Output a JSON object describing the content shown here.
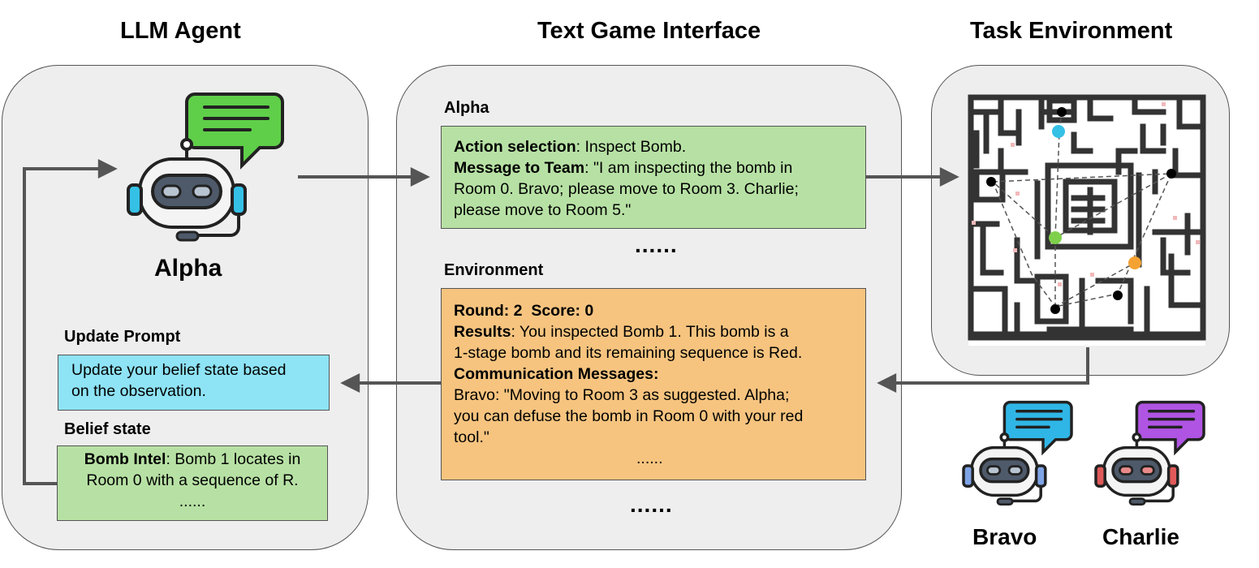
{
  "titles": {
    "agent": "LLM Agent",
    "interface": "Text Game Interface",
    "environment": "Task Environment"
  },
  "agent": {
    "name": "Alpha",
    "update_prompt": {
      "label": "Update Prompt",
      "text_line1": "Update your belief state based",
      "text_line2": "on the observation."
    },
    "belief_state": {
      "label": "Belief state",
      "key": "Bomb Intel",
      "text_line1": ": Bomb 1 locates in",
      "text_line2": "Room 0 with a sequence of R.",
      "ellipsis": "......"
    }
  },
  "interface": {
    "alpha_label": "Alpha",
    "action": {
      "key": "Action selection",
      "value": ": Inspect Bomb."
    },
    "message": {
      "key": "Message to Team",
      "line1": ": \"I am inspecting the bomb in",
      "line2": "Room 0. Bravo; please move to Room 3. Charlie;",
      "line3": "please move to Room 5.\""
    },
    "ellipsis_mid": "......",
    "env_label": "Environment",
    "round_line": "Round: 2  Score: 0",
    "results": {
      "key": "Results",
      "line1": ": You inspected Bomb 1. This bomb is a",
      "line2": "1-stage bomb and its remaining sequence is Red."
    },
    "comm_key": "Communication Messages:",
    "comm": {
      "line1": "Bravo: \"Moving to Room 3 as suggested. Alpha;",
      "line2": "you can defuse the bomb in Room 0 with your red",
      "line3": "tool.\""
    },
    "ellipsis_env": "......",
    "ellipsis_bottom": "......"
  },
  "teammates": {
    "bravo": "Bravo",
    "charlie": "Charlie"
  },
  "colors": {
    "green_box": "#b7e1a4",
    "orange_box": "#f6c47f",
    "cyan_box": "#8ee3f5",
    "alpha_bubble": "#5fcf49",
    "bravo_bubble": "#2fb6e6",
    "charlie_bubble": "#b054e3",
    "agent_cyan": "#35c0e6",
    "agent_green": "#7ed04b",
    "agent_orange": "#f4a233"
  }
}
